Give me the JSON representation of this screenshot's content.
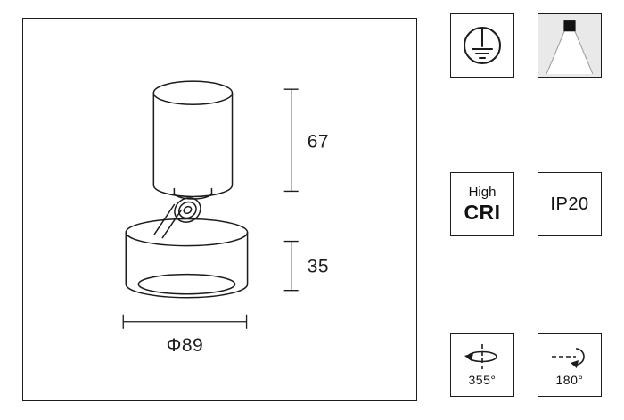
{
  "drawing": {
    "dimensions": {
      "top_height": "67",
      "bottom_height": "35",
      "diameter": "Φ89"
    }
  },
  "badges": {
    "protection": {
      "icon": "protective-earth-icon"
    },
    "mounting": {
      "icon": "surface-mounted-beam-icon"
    },
    "cri": {
      "top": "High",
      "main": "CRI"
    },
    "ip_rating": {
      "label": "IP20"
    },
    "rotation": {
      "icon": "rotation-axis-icon",
      "label": "355°"
    },
    "tilt": {
      "icon": "tilt-arc-icon",
      "label": "180°"
    }
  },
  "colors": {
    "line": "#1c1c1c",
    "background": "#ffffff",
    "badge_grey": "#e9e9e9"
  }
}
